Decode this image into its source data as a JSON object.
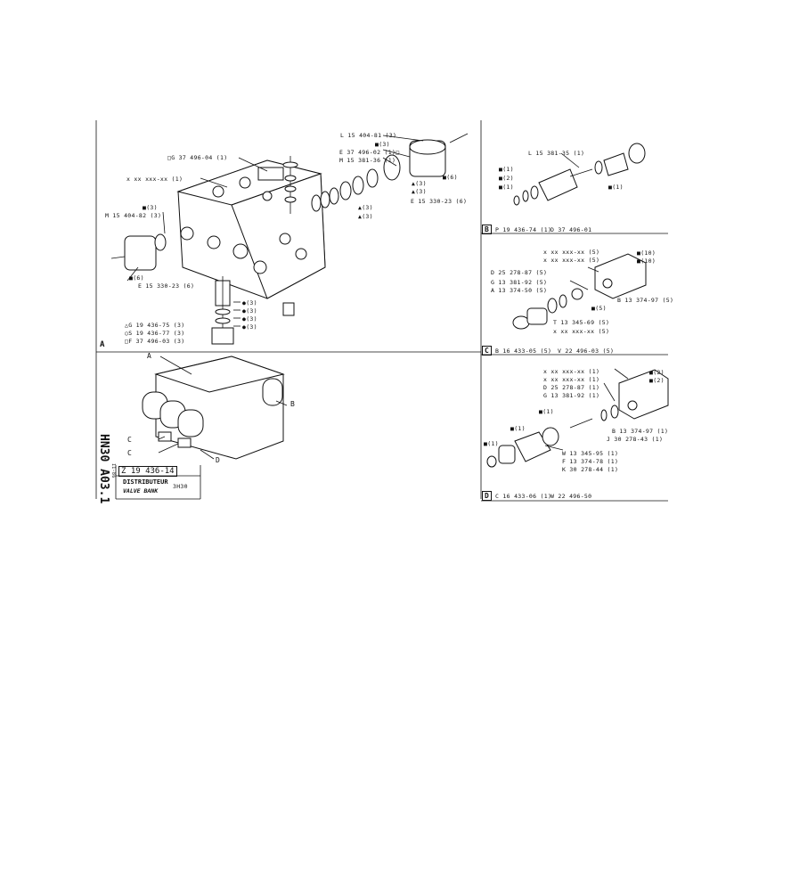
{
  "frame": {
    "section_a": "A",
    "section_b": "B",
    "section_c": "C",
    "section_d": "D"
  },
  "section_a": {
    "labels": [
      "L 15 404-81 (3)",
      "■(3)",
      "E 37 496-02 (1)□",
      "M 15 381-36 (1)",
      "□G 37 496-04 (1)",
      "x xx xxx-xx (1)",
      "■(3)",
      "M 15 404-82 (3)",
      "■(6)",
      "E 15 330-23 (6)",
      "▲(3)",
      "▲(3)",
      "▲(3)",
      "▲(3)",
      "■(6)",
      "E 15 330-23 (6)",
      "●(3)",
      "●(3)",
      "●(3)",
      "●(3)"
    ],
    "legend": [
      "△G 19 436-75 (3)",
      "○S 19 436-77 (3)",
      "□F 37 496-03 (3)"
    ]
  },
  "assembly": {
    "callouts": [
      "A",
      "B",
      "C",
      "C",
      "D"
    ]
  },
  "section_b": {
    "labels": [
      "L 15 381-35 (1)",
      "■(1)",
      "■(2)",
      "■(1)",
      "■(1)"
    ],
    "footer_ref": "P 19 436-74 (1)",
    "footer_ref2": "D 37 496-01"
  },
  "section_c": {
    "labels": [
      "x xx xxx-xx (5)",
      "x xx xxx-xx (5)",
      "■(10)",
      "■(10)",
      "D 25 278-87 (5)",
      "G 13 381-92 (5)",
      "A 13 374-50 (5)",
      "B 13 374-97 (5)",
      "■(5)",
      "T 13 345-69 (5)",
      "x xx xxx-xx (5)"
    ],
    "footer_ref": "B 16 433-05 (5)",
    "footer_ref2": "V 22 496-03 (5)"
  },
  "section_d": {
    "labels": [
      "x xx xxx-xx (1)",
      "x xx xxx-xx (1)",
      "D 25 278-87 (1)",
      "G 13 381-92 (1)",
      "■(2)",
      "■(2)",
      "■(1)",
      "■(1)",
      "B 13 374-97 (1)",
      "J 30 278-43 (1)",
      "■(1)",
      "W 13 345-95 (1)",
      "F 13 374-78 (1)",
      "K 30 278-44 (1)"
    ],
    "footer_ref": "C 16 433-06 (1)",
    "footer_ref2": "W 22 496-50"
  },
  "title_block": {
    "sheet_code": "HN30 A03.1",
    "part_ref": "Z 19 436-14",
    "title_fr": "DISTRIBUTEUR",
    "title_en": "VALVE BANK",
    "model": "3H30",
    "small_side": "11-86"
  }
}
